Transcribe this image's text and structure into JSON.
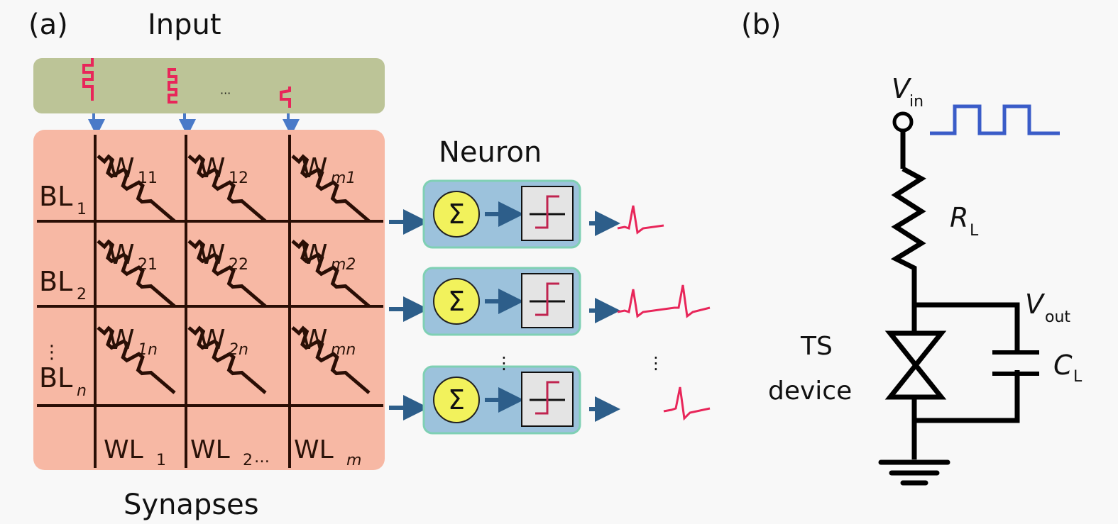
{
  "panel_a": {
    "label": "(a)",
    "input_title": "Input",
    "synapses_title": "Synapses",
    "neuron_title": "Neuron",
    "input_ellipsis": "···",
    "sum_symbol": "Σ",
    "bitlines": [
      {
        "base": "BL",
        "sub": "1"
      },
      {
        "base": "BL",
        "sub": "2"
      },
      {
        "base": "BL",
        "sub": "n",
        "prefix_dots": "⋮"
      }
    ],
    "wordlines": [
      {
        "base": "WL",
        "sub": "1",
        "suffix": ""
      },
      {
        "base": "WL",
        "sub": "2",
        "suffix": "…"
      },
      {
        "base": "WL",
        "sub": "m",
        "suffix": ""
      }
    ],
    "weights": [
      [
        {
          "base": "W",
          "sub": "11"
        },
        {
          "base": "W",
          "sub": "12"
        },
        {
          "base": "W",
          "sub": "m1"
        }
      ],
      [
        {
          "base": "W",
          "sub": "21"
        },
        {
          "base": "W",
          "sub": "22"
        },
        {
          "base": "W",
          "sub": "m2"
        }
      ],
      [
        {
          "base": "W",
          "sub": "1n"
        },
        {
          "base": "W",
          "sub": "2n"
        },
        {
          "base": "W",
          "sub": "mn"
        }
      ]
    ],
    "neuron_dots": "⋮",
    "output_dots": "⋮"
  },
  "panel_b": {
    "label": "(b)",
    "vin": {
      "base": "V",
      "sub": "in"
    },
    "rl": {
      "base": "R",
      "sub": "L"
    },
    "vout": {
      "base": "V",
      "sub": "out"
    },
    "cl": {
      "base": "C",
      "sub": "L"
    },
    "ts_line1": "TS",
    "ts_line2": "device"
  },
  "colors": {
    "input_box": "#bcc497",
    "synapse_box": "#f7b8a4",
    "neuron_box": "#9cc2dc",
    "neuron_box_edge": "#7fd0b4",
    "sum_circle": "#f2f25c",
    "spike": "#e8265a",
    "arrow": "#2d5e8a",
    "pulse": "#3a5cc8",
    "wire": "#2a0e05"
  }
}
